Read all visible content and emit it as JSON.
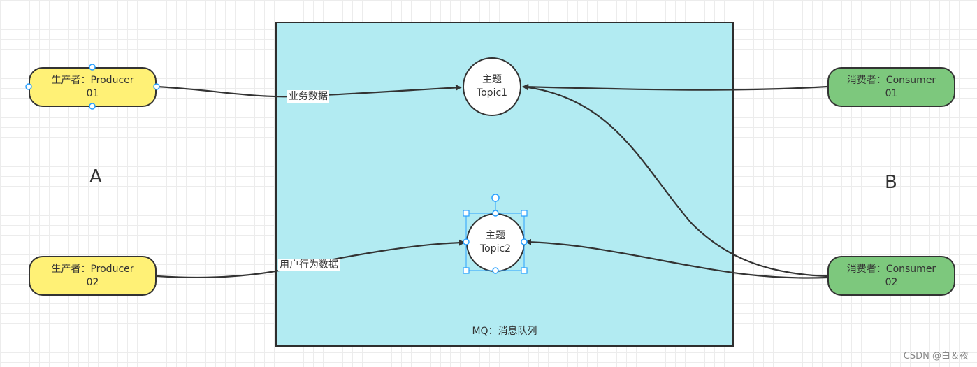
{
  "mq": {
    "label": "MQ：消息队列"
  },
  "producers": [
    {
      "line1": "生产者：Producer",
      "line2": "01"
    },
    {
      "line1": "生产者：Producer",
      "line2": "02"
    }
  ],
  "consumers": [
    {
      "line1": "消费者：Consumer",
      "line2": "01"
    },
    {
      "line1": "消费者：Consumer",
      "line2": "02"
    }
  ],
  "topics": [
    {
      "line1": "主题",
      "line2": "Topic1"
    },
    {
      "line1": "主题",
      "line2": "Topic2"
    }
  ],
  "edge_labels": {
    "biz": "业务数据",
    "user": "用户行为数据"
  },
  "sides": {
    "a": "A",
    "b": "B"
  },
  "watermark": "CSDN @白＆夜",
  "colors": {
    "mq_fill": "#b2ebf2",
    "producer_fill": "#fff176",
    "consumer_fill": "#7dc87d",
    "selection": "#29a0ff"
  }
}
